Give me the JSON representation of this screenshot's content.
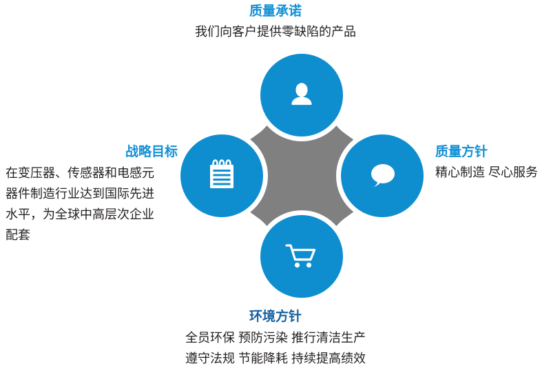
{
  "diagram": {
    "type": "hub-and-spoke",
    "colors": {
      "node_blue": "#0f8ecf",
      "hub_gray": "#808080",
      "heading_blue": "#1291d6",
      "heading_blue_dark": "#15609f",
      "body_text": "#231f20",
      "background": "#ffffff"
    },
    "hub": {
      "name": "center-hub-shape",
      "shape": "rounded four-point star"
    },
    "nodes": [
      {
        "position": "top",
        "icon": "user-icon",
        "label_ref": "callouts.top"
      },
      {
        "position": "left",
        "icon": "notepad-icon",
        "label_ref": "callouts.left"
      },
      {
        "position": "right",
        "icon": "speech-bubble-icon",
        "label_ref": "callouts.right"
      },
      {
        "position": "bottom",
        "icon": "shopping-cart-icon",
        "label_ref": "callouts.bottom"
      }
    ]
  },
  "callouts": {
    "top": {
      "heading": "质量承诺",
      "lines": [
        "我们向客户提供零缺陷的产品"
      ]
    },
    "left": {
      "heading": "战略目标",
      "lines": [
        "在变压器、传感器和电感元",
        "器件制造行业达到国际先进",
        "水平，为全球中高层次企业",
        "配套"
      ]
    },
    "right": {
      "heading": "质量方针",
      "lines": [
        "精心制造  尽心服务"
      ]
    },
    "bottom": {
      "heading": "环境方针",
      "lines": [
        "全员环保 预防污染 推行清洁生产",
        "遵守法规 节能降耗 持续提高绩效"
      ]
    }
  }
}
